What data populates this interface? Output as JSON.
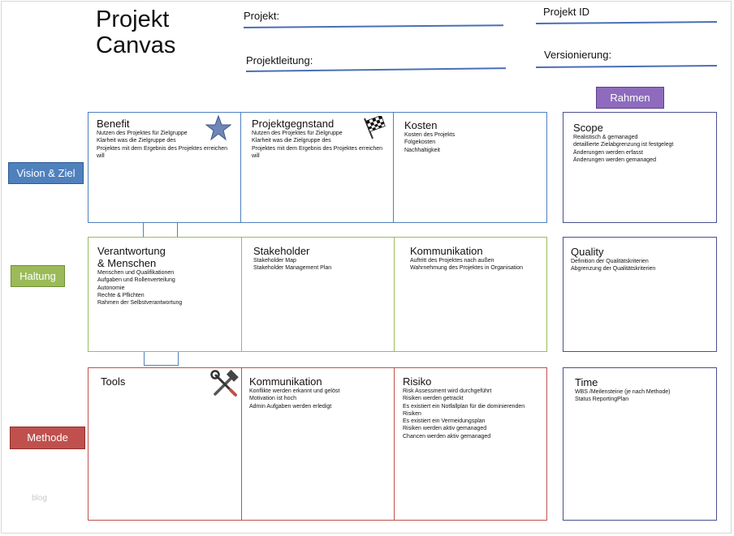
{
  "title": {
    "line1": "Projekt",
    "line2": "Canvas"
  },
  "header": {
    "projekt_label": "Projekt:",
    "projektleitung_label": "Projektleitung:",
    "projekt_id_label": "Projekt ID",
    "versionierung_label": "Versionierung:"
  },
  "rahmen_label": "Rahmen",
  "rows": {
    "vision": {
      "label": "Vision & Ziel",
      "color": "#4f81bd",
      "benefit": {
        "title": "Benefit",
        "items": "Nutzen des Projektes für Zielgruppe\nKlarheit was die Zielgruppe des\nProjektes mit dem Ergebnis des Projektes erreichen\nwill"
      },
      "projektgegenstand": {
        "title": "Projektgegnstand",
        "items": "Nutzen des Projektes für Zielgruppe\nKlarheit was die Zielgruppe des\nProjektes mit dem Ergebnis des Projektes erreichen\nwill"
      },
      "kosten": {
        "title": "Kosten",
        "items": "Kosten des Projekts\nFolgekosten\nNachhaltigkeit"
      }
    },
    "haltung": {
      "label": "Haltung",
      "color": "#9bbb59",
      "verantwortung": {
        "title": "Verantwortung\n& Menschen",
        "items": "Menschen und Qualifikationen\nAufgaben und Rollenverteilung\nAutonomie\nRechte & Pflichten\nRahmen der Selbstverantwortung"
      },
      "stakeholder": {
        "title": "Stakeholder",
        "items": "Stakeholder Map\nStakeholder Management Plan"
      },
      "kommunikation": {
        "title": "Kommunikation",
        "items": "Auftritt des Projektes nach außen\nWahrnehmung des Projektes in Organisation"
      }
    },
    "methode": {
      "label": "Methode",
      "color": "#c0504d",
      "tools": {
        "title": "Tools"
      },
      "kommunikation": {
        "title": "Kommunikation",
        "items": "Konflikte werden erkannt und gelöst\nMotivation ist hoch\nAdmin Aufgaben werden erledigt"
      },
      "risiko": {
        "title": "Risiko",
        "items": "Risk Assessment wird durchgeführt\nRisiken werden getrackt\nEs existiert ein Notfallplan für die dominierenden\nRisiken\nEs existiert ein Vermeidungsplan\nRisiken werden aktiv gemanaged\nChancen werden aktiv gemanaged"
      }
    }
  },
  "rahmen": {
    "color": "#8064a2",
    "border_color": "#4b4f8f",
    "scope": {
      "title": "Scope",
      "items": "Realistisch & gemanaged\ndetaillierte Zielabgrenzung ist festgelegt\nÄnderungen werden erfasst\nÄnderungen werden gemanaged"
    },
    "quality": {
      "title": "Quality",
      "items": "Definition der Qualitätskriterien\nAbgrenzung der Qualitätskriterien"
    },
    "time": {
      "title": "Time",
      "items": "WBS /Meilensteine (je nach Methode)\nStatus ReportingPlan"
    }
  },
  "icons": {
    "benefit": "star-icon",
    "projektgegenstand": "checkered-flag-icon",
    "tools": "tools-icon"
  },
  "watermark": "blog"
}
